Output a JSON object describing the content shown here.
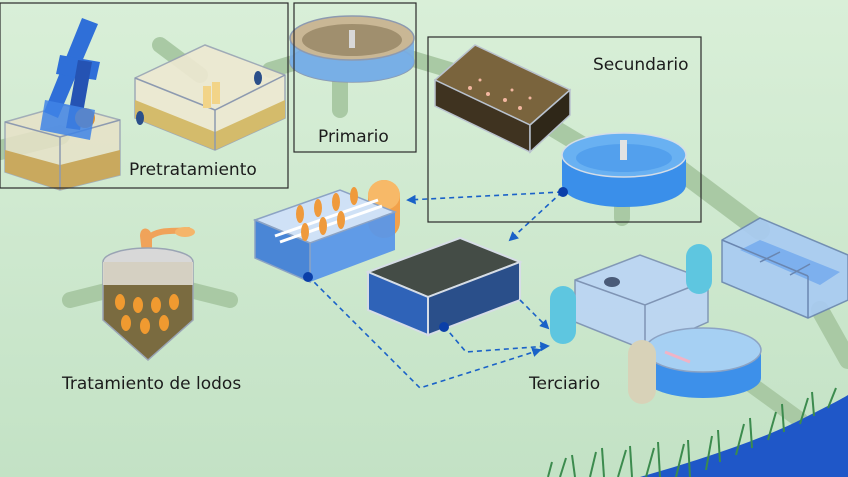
{
  "stages": {
    "pretratamiento": "Pretratamiento",
    "primario": "Primario",
    "secundario": "Secundario",
    "terciario": "Terciario",
    "lodos": "Tratamiento de lodos"
  },
  "colors": {
    "background": "#cfe9cf",
    "pipe": "#a9c9a4",
    "frame": "#2b2b2b",
    "water_blue": "#3f8fe8",
    "sludge_brown": "#6e5a38",
    "sediment_tan": "#d8c27a",
    "dashed_arrow": "#1a62c8",
    "node_dot": "#0b3fa8",
    "orange_tank": "#f2a14a",
    "cyan_tank": "#5ec6e0",
    "grass": "#3c8b4e",
    "river": "#1f57c8"
  },
  "icons": [
    "crane-rake-icon",
    "clarifier-icon",
    "aeration-tank-icon",
    "filter-tank-icon",
    "digester-icon",
    "dashed-arrow-icon"
  ]
}
